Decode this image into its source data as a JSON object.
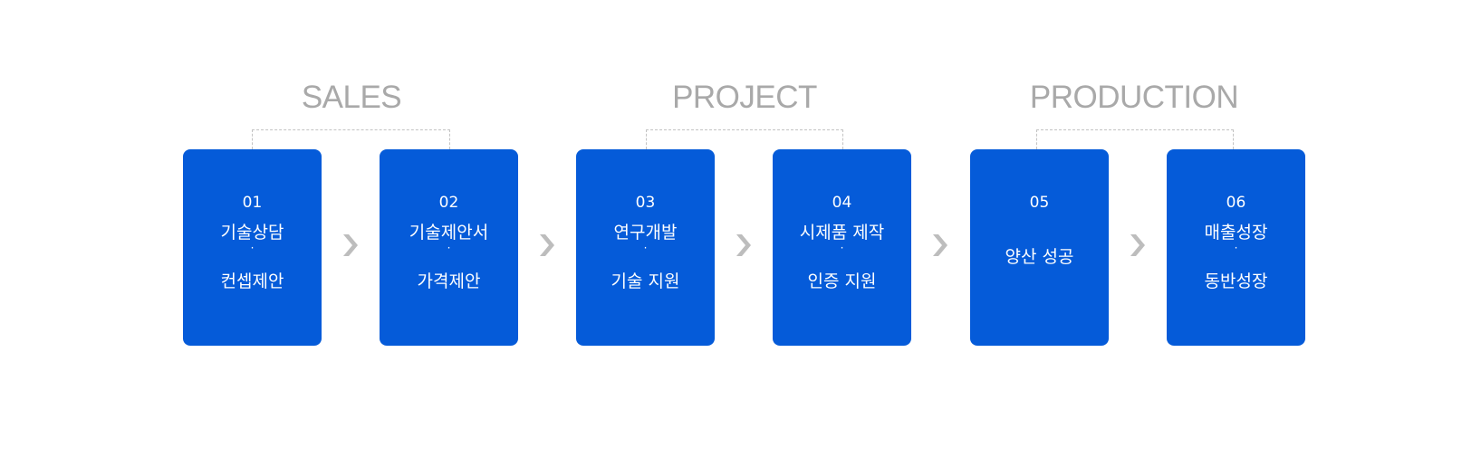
{
  "phases": [
    {
      "label": "SALES"
    },
    {
      "label": "PROJECT"
    },
    {
      "label": "PRODUCTION"
    }
  ],
  "steps": [
    {
      "number": "01",
      "line1": "기술상담",
      "dot": "·",
      "line2": "컨셉제안"
    },
    {
      "number": "02",
      "line1": "기술제안서",
      "dot": "·",
      "line2": "가격제안"
    },
    {
      "number": "03",
      "line1": "연구개발",
      "dot": "·",
      "line2": "기술 지원"
    },
    {
      "number": "04",
      "line1": "시제품 제작",
      "dot": "·",
      "line2": "인증 지원"
    },
    {
      "number": "05",
      "line1": "양산 성공"
    },
    {
      "number": "06",
      "line1": "매출성장",
      "dot": "·",
      "line2": "동반성장"
    }
  ],
  "colors": {
    "box": "#055bd9",
    "phase_label": "#a9a9a9",
    "bracket": "#c3c3c3",
    "arrow": "#bdbdbd"
  }
}
